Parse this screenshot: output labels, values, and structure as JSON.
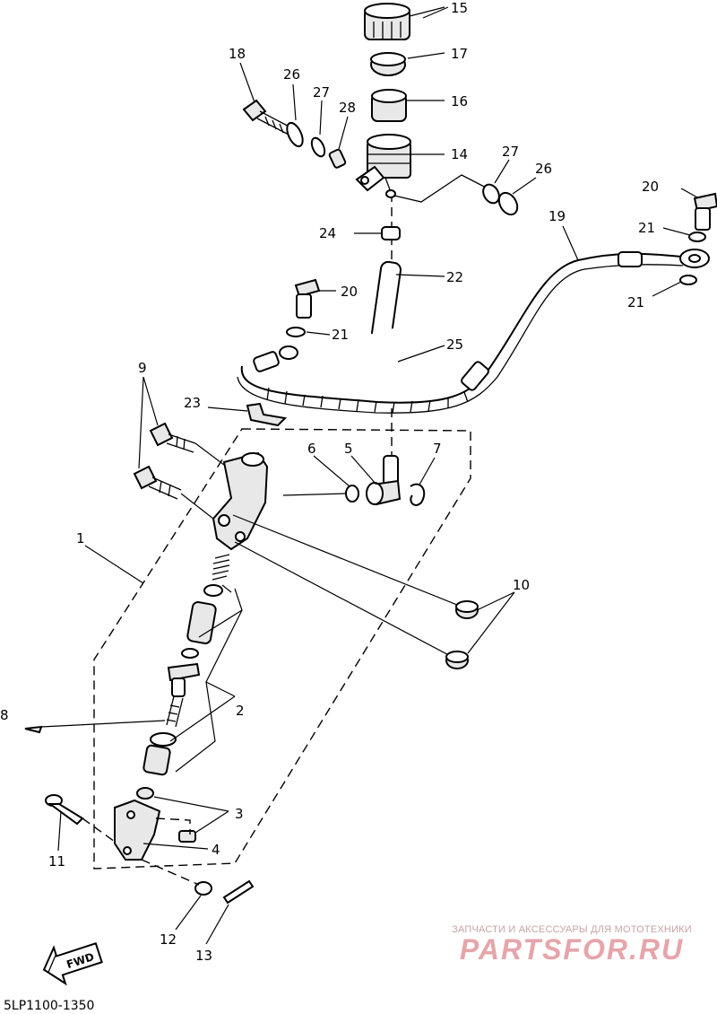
{
  "callouts": {
    "c1": "1",
    "c2": "2",
    "c3": "3",
    "c4": "4",
    "c5": "5",
    "c6": "6",
    "c7": "7",
    "c8": "8",
    "c9": "9",
    "c10": "10",
    "c11": "11",
    "c12": "12",
    "c13": "13",
    "c14": "14",
    "c15": "15",
    "c16": "16",
    "c17": "17",
    "c18": "18",
    "c19": "19",
    "c20a": "20",
    "c20b": "20",
    "c21a": "21",
    "c21b": "21",
    "c21c": "21",
    "c22": "22",
    "c23": "23",
    "c24": "24",
    "c25": "25",
    "c26a": "26",
    "c26b": "26",
    "c27a": "27",
    "c27b": "27",
    "c28": "28"
  },
  "direction_label": "FWD",
  "drawing_code": "5LP1100-1350",
  "watermark": {
    "tagline": "ЗАПЧАСТИ И АКСЕССУАРЫ ДЛЯ МОТОТЕХНИКИ",
    "brand": "PARTSFOR.RU"
  }
}
